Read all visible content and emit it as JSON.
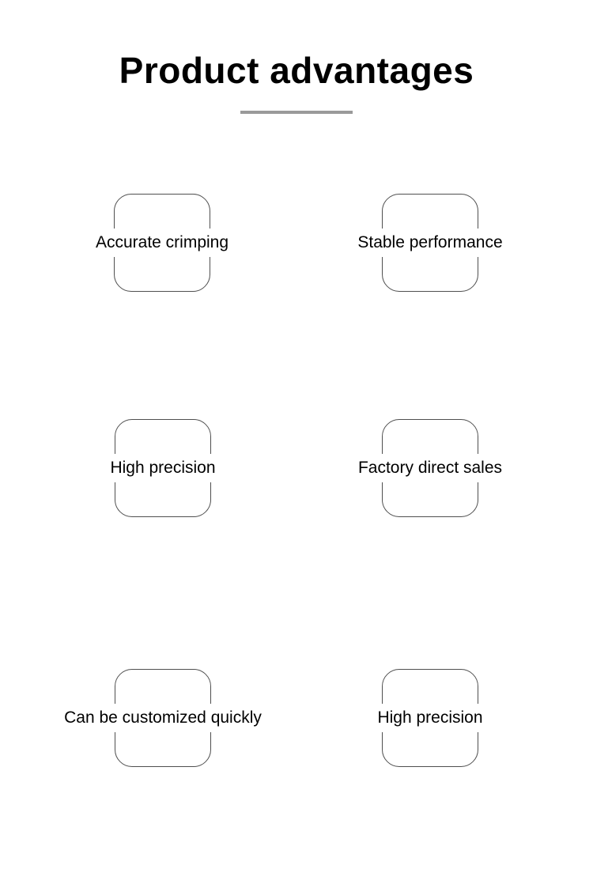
{
  "title": "Product advantages",
  "items": [
    {
      "label": "Accurate crimping"
    },
    {
      "label": "Stable performance"
    },
    {
      "label": "High precision"
    },
    {
      "label": "Factory direct sales"
    },
    {
      "label": "Can be customized quickly"
    },
    {
      "label": "High precision"
    }
  ],
  "colors": {
    "background": "#ffffff",
    "text": "#000000",
    "divider": "#9a9a9a",
    "box_border": "#4f4f4f"
  }
}
